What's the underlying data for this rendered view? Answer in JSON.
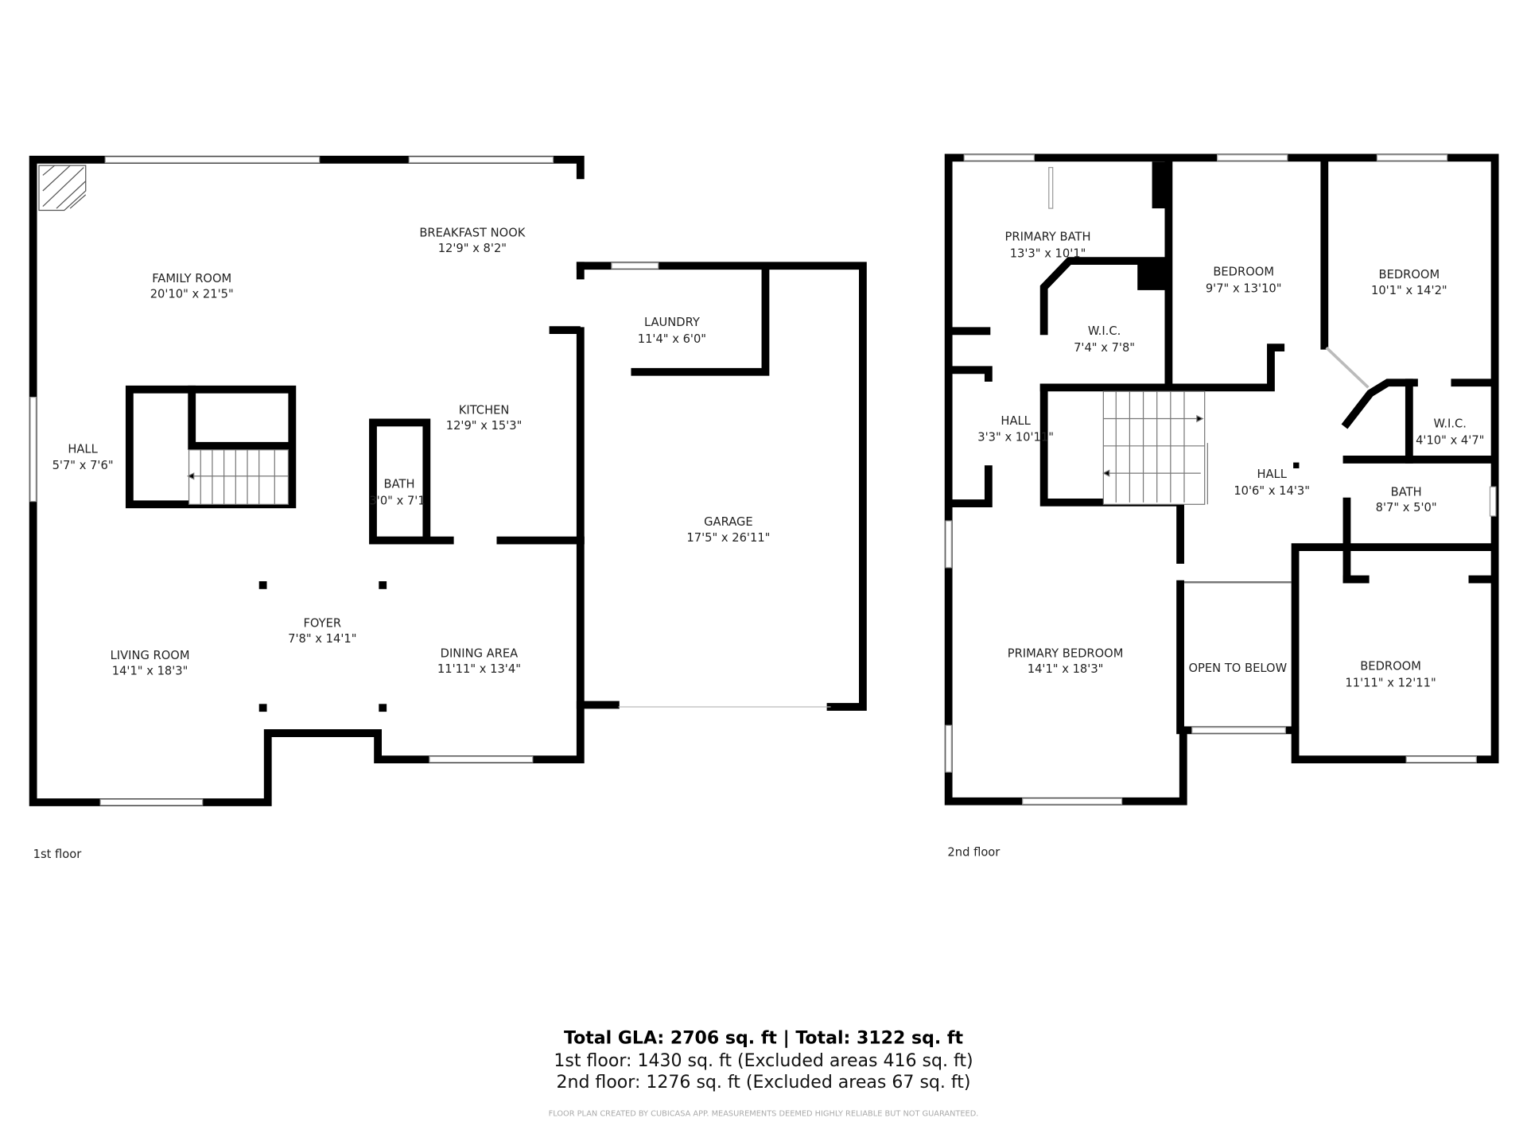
{
  "floor1": {
    "label": "1st floor",
    "rooms": [
      {
        "name": "FAMILY ROOM",
        "dim": "20'10\" x 21'5\""
      },
      {
        "name": "BREAKFAST NOOK",
        "dim": "12'9\" x 8'2\""
      },
      {
        "name": "LAUNDRY",
        "dim": "11'4\" x 6'0\""
      },
      {
        "name": "KITCHEN",
        "dim": "12'9\" x 15'3\""
      },
      {
        "name": "HALL",
        "dim": "5'7\" x 7'6\""
      },
      {
        "name": "BATH",
        "dim": "3'0\" x 7'1"
      },
      {
        "name": "GARAGE",
        "dim": "17'5\" x 26'11\""
      },
      {
        "name": "FOYER",
        "dim": "7'8\" x 14'1\""
      },
      {
        "name": "LIVING ROOM",
        "dim": "14'1\" x 18'3\""
      },
      {
        "name": "DINING AREA",
        "dim": "11'11\" x 13'4\""
      }
    ]
  },
  "floor2": {
    "label": "2nd floor",
    "rooms": [
      {
        "name": "PRIMARY BATH",
        "dim": "13'3\" x 10'1\""
      },
      {
        "name": "BEDROOM",
        "dim": "9'7\" x 13'10\""
      },
      {
        "name": "BEDROOM",
        "dim": "10'1\" x 14'2\""
      },
      {
        "name": "W.I.C.",
        "dim": "7'4\" x 7'8\""
      },
      {
        "name": "HALL",
        "dim": "3'3\" x 10'11\""
      },
      {
        "name": "W.I.C.",
        "dim": "4'10\" x 4'7\""
      },
      {
        "name": "HALL",
        "dim": "10'6\" x 14'3\""
      },
      {
        "name": "BATH",
        "dim": "8'7\" x 5'0\""
      },
      {
        "name": "PRIMARY BEDROOM",
        "dim": "14'1\" x 18'3\""
      },
      {
        "name": "OPEN TO BELOW",
        "dim": ""
      },
      {
        "name": "BEDROOM",
        "dim": "11'11\" x 12'11\""
      }
    ]
  },
  "summary": {
    "total": "Total GLA: 2706 sq. ft | Total: 3122 sq. ft",
    "floor1": "1st floor: 1430 sq. ft (Excluded areas 416 sq. ft)",
    "floor2": "2nd floor: 1276 sq. ft (Excluded areas 67 sq. ft)",
    "disclaimer": "FLOOR PLAN CREATED BY CUBICASA APP. MEASUREMENTS DEEMED HIGHLY RELIABLE BUT NOT GUARANTEED."
  }
}
